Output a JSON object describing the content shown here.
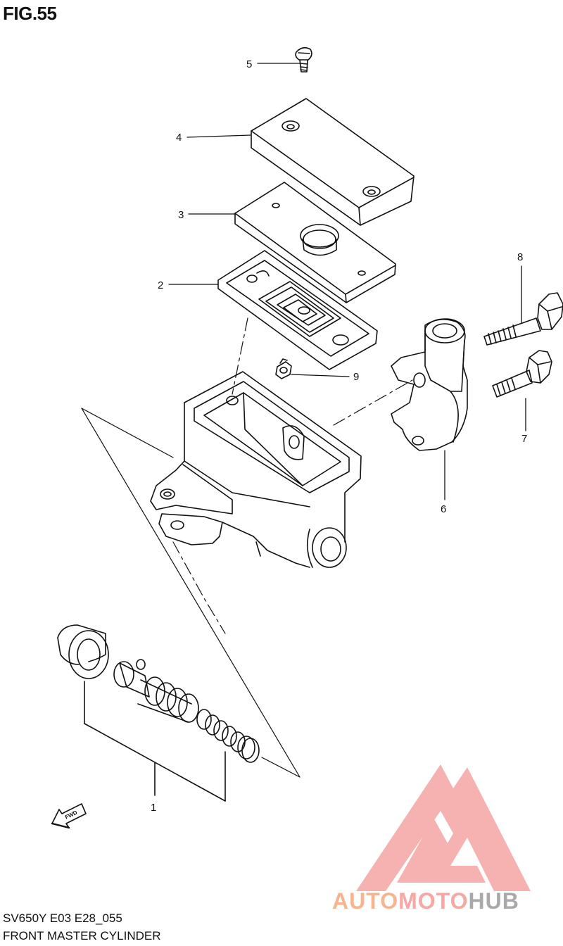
{
  "figure": {
    "title": "FIG.55",
    "model_code": "SV650Y E03 E28_055",
    "caption": "FRONT MASTER CYLINDER"
  },
  "callouts": [
    {
      "id": "1",
      "label": "1"
    },
    {
      "id": "2",
      "label": "2"
    },
    {
      "id": "3",
      "label": "3"
    },
    {
      "id": "4",
      "label": "4"
    },
    {
      "id": "5",
      "label": "5"
    },
    {
      "id": "6",
      "label": "6"
    },
    {
      "id": "7",
      "label": "7"
    },
    {
      "id": "8",
      "label": "8"
    },
    {
      "id": "9",
      "label": "9"
    }
  ],
  "direction_marker": {
    "label": "FWD"
  },
  "watermark": {
    "part1": "AUTO",
    "part2": "MOTO",
    "part3": "HUB",
    "colors": {
      "auto": "#f7b58f",
      "moto": "#f8a7a3",
      "hub": "#a9a9a9",
      "triangle": "#f5a3a3"
    }
  }
}
